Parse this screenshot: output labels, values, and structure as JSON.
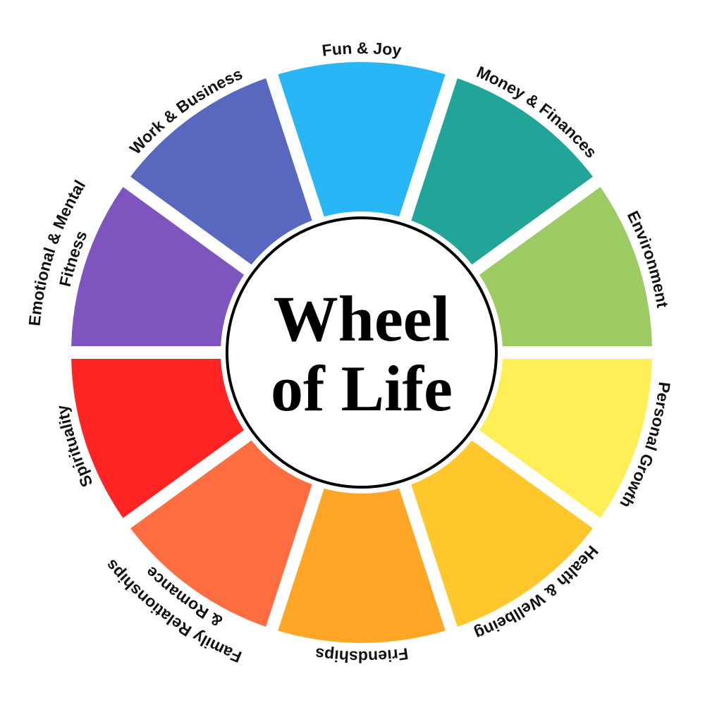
{
  "title_lines": [
    "Wheel",
    "of Life"
  ],
  "segments": [
    {
      "lines": [
        "Fun & Joy"
      ],
      "color": "#29B6F6"
    },
    {
      "lines": [
        "Money & Finances"
      ],
      "color": "#22A599"
    },
    {
      "lines": [
        "Environment"
      ],
      "color": "#9CCA63"
    },
    {
      "lines": [
        "Personal Growth"
      ],
      "color": "#FFEE55"
    },
    {
      "lines": [
        "Health & Wellbeing"
      ],
      "color": "#FFC72C"
    },
    {
      "lines": [
        "Friendships"
      ],
      "color": "#FFA626"
    },
    {
      "lines": [
        "Family Relationships",
        "& Romance"
      ],
      "color": "#FF6D40"
    },
    {
      "lines": [
        "Spirituality"
      ],
      "color": "#FF2424"
    },
    {
      "lines": [
        "Emotional & Mental",
        "Fitness"
      ],
      "color": "#7E55BF"
    },
    {
      "lines": [
        "Work & Business"
      ],
      "color": "#5868BE"
    }
  ]
}
